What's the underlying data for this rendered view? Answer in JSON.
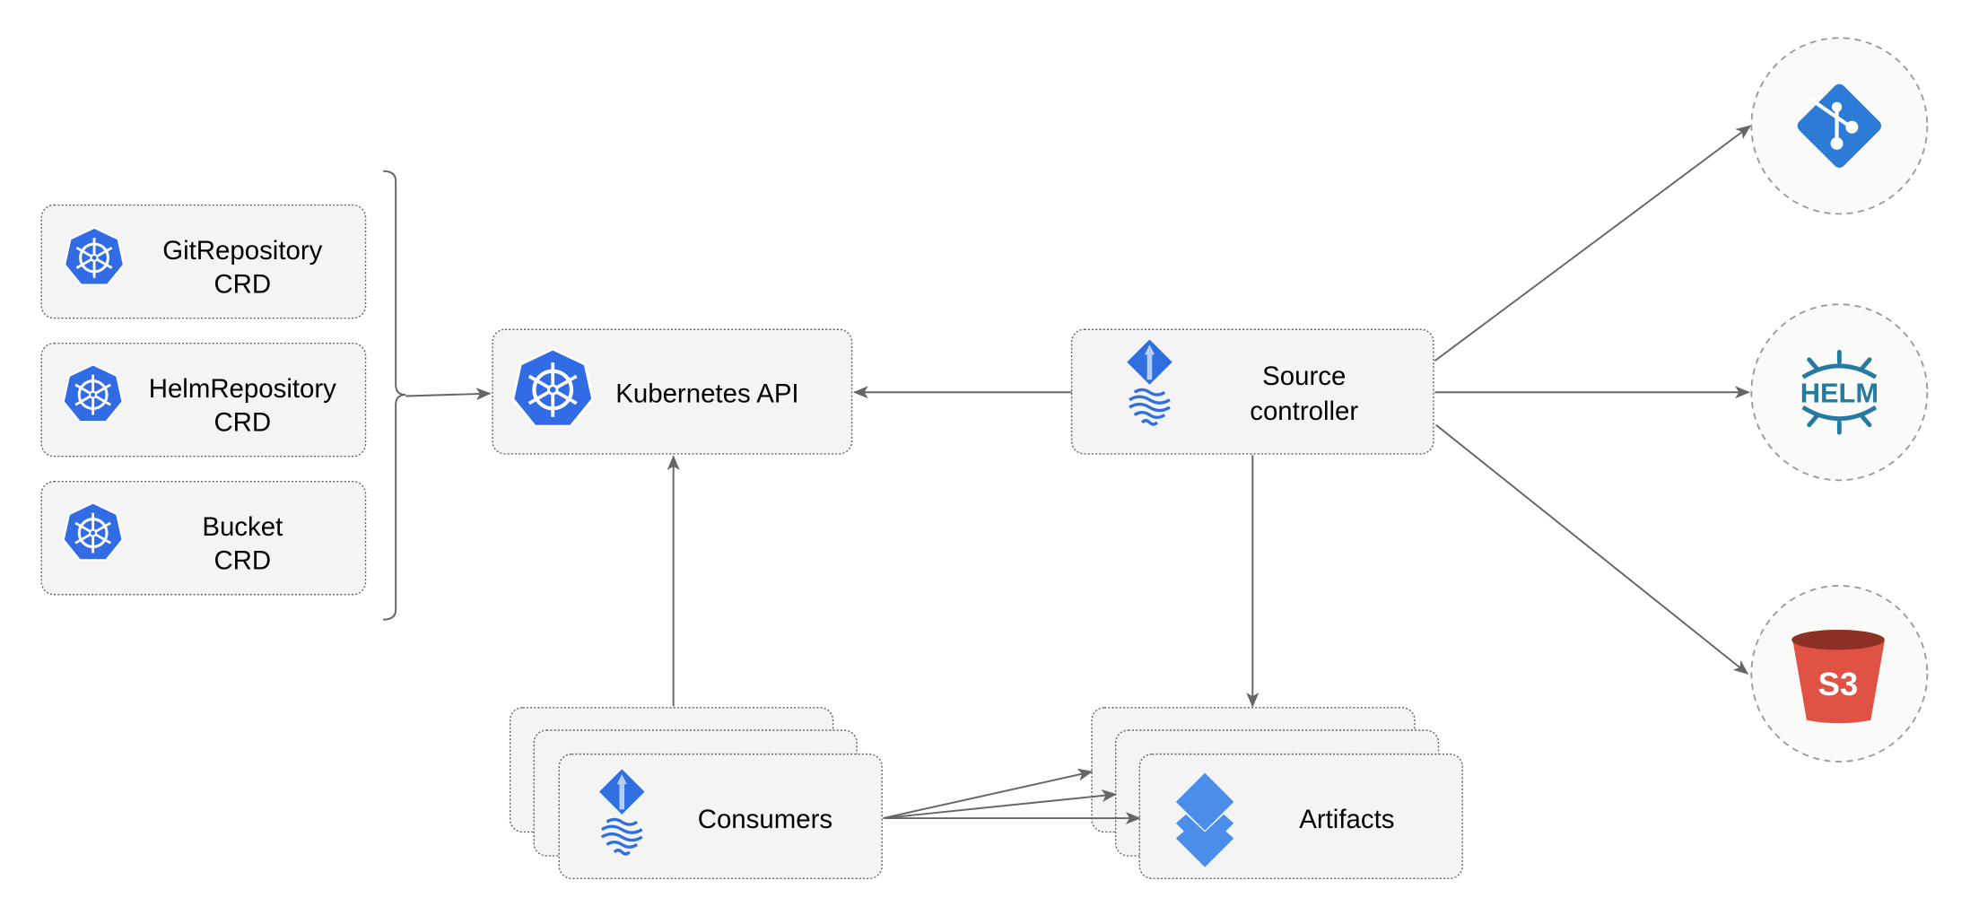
{
  "crds": [
    {
      "line1": "GitRepository",
      "line2": "CRD"
    },
    {
      "line1": "HelmRepository",
      "line2": "CRD"
    },
    {
      "line1": "Bucket",
      "line2": "CRD"
    }
  ],
  "kubernetes_api": {
    "label": "Kubernetes API"
  },
  "source_controller": {
    "line1": "Source",
    "line2": "controller"
  },
  "consumers": {
    "label": "Consumers"
  },
  "artifacts": {
    "label": "Artifacts"
  },
  "sources": {
    "git": {
      "icon": "git-icon"
    },
    "helm": {
      "icon": "helm-icon",
      "text": "HELM"
    },
    "s3": {
      "icon": "s3-bucket-icon",
      "text": "S3"
    }
  },
  "colors": {
    "kubernetes_blue": "#326ce5",
    "flux_blue": "#2f6fe0",
    "git_blue": "#2c7bd6",
    "helm_teal": "#277a9f",
    "s3_red": "#e05243",
    "s3_dark": "#8c3123",
    "edge": "#666666"
  }
}
